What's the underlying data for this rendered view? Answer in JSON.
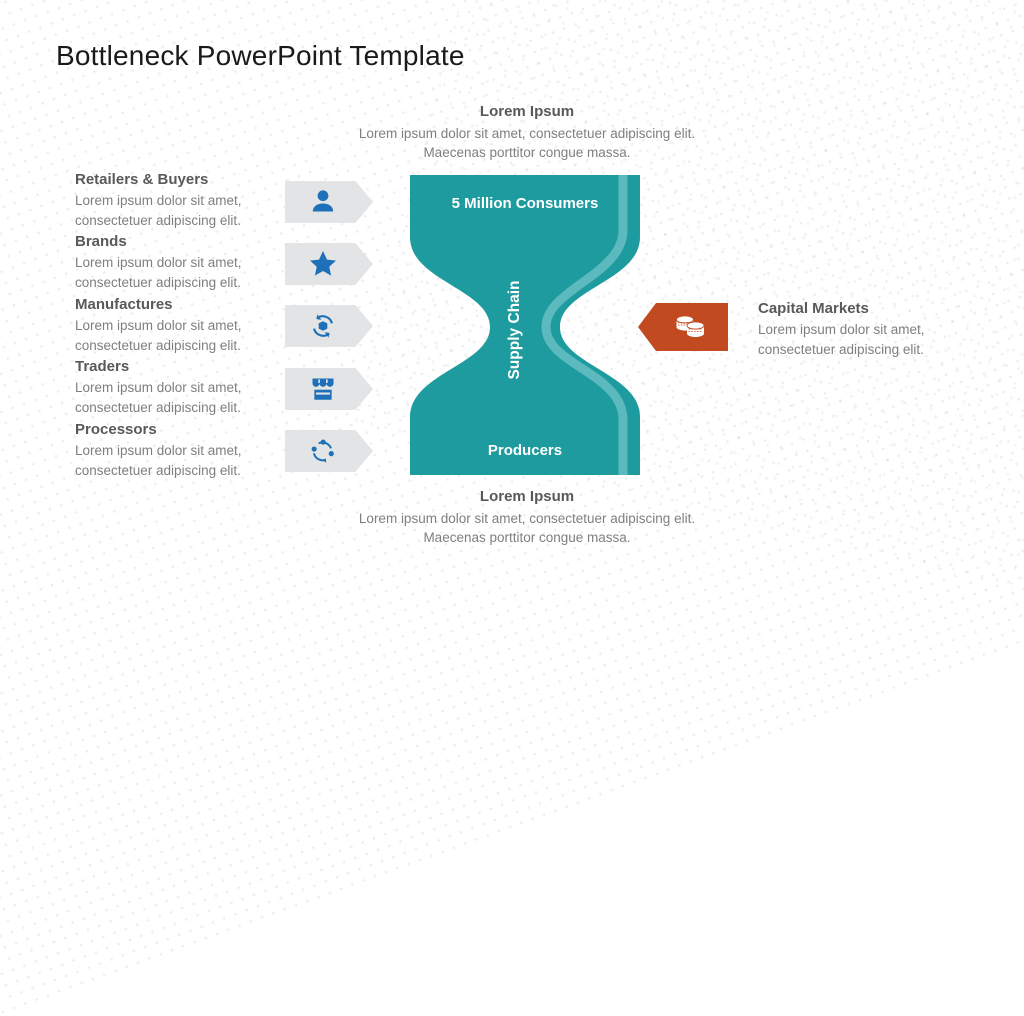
{
  "slide": {
    "title": "Bottleneck PowerPoint Template"
  },
  "colors": {
    "teal": "#1e9b9e",
    "teal_stripe": "#5cb9be",
    "icon_blue": "#1e71b8",
    "arrow_gray": "#e3e4e6",
    "orange": "#c14a20",
    "heading_gray": "#595959",
    "body_gray": "#7f7f7f",
    "title_color": "#1a1a1a"
  },
  "top_note": {
    "title": "Lorem Ipsum",
    "body": "Lorem ipsum dolor sit amet, consectetuer adipiscing elit. Maecenas porttitor congue massa."
  },
  "bottom_note": {
    "title": "Lorem Ipsum",
    "body": "Lorem ipsum dolor sit amet, consectetuer adipiscing elit. Maecenas porttitor congue massa."
  },
  "left_items": [
    {
      "label": "Retailers & Buyers",
      "body": "Lorem ipsum dolor sit amet, consectetuer adipiscing elit.",
      "icon": "person-icon"
    },
    {
      "label": "Brands",
      "body": "Lorem ipsum dolor sit amet, consectetuer adipiscing elit.",
      "icon": "star-icon"
    },
    {
      "label": "Manufactures",
      "body": "Lorem ipsum dolor sit amet, consectetuer adipiscing elit.",
      "icon": "manufacturing-cycle-icon"
    },
    {
      "label": "Traders",
      "body": "Lorem ipsum dolor sit amet, consectetuer adipiscing elit.",
      "icon": "storefront-icon"
    },
    {
      "label": "Processors",
      "body": "Lorem ipsum dolor sit amet, consectetuer adipiscing elit.",
      "icon": "process-cycle-icon"
    }
  ],
  "right_item": {
    "label": "Capital Markets",
    "body": "Lorem ipsum dolor sit amet, consectetuer adipiscing elit.",
    "icon": "coins-icon"
  },
  "funnel": {
    "top_label": "5 Million Consumers",
    "center_label": "Supply Chain",
    "bottom_label": "Producers"
  }
}
